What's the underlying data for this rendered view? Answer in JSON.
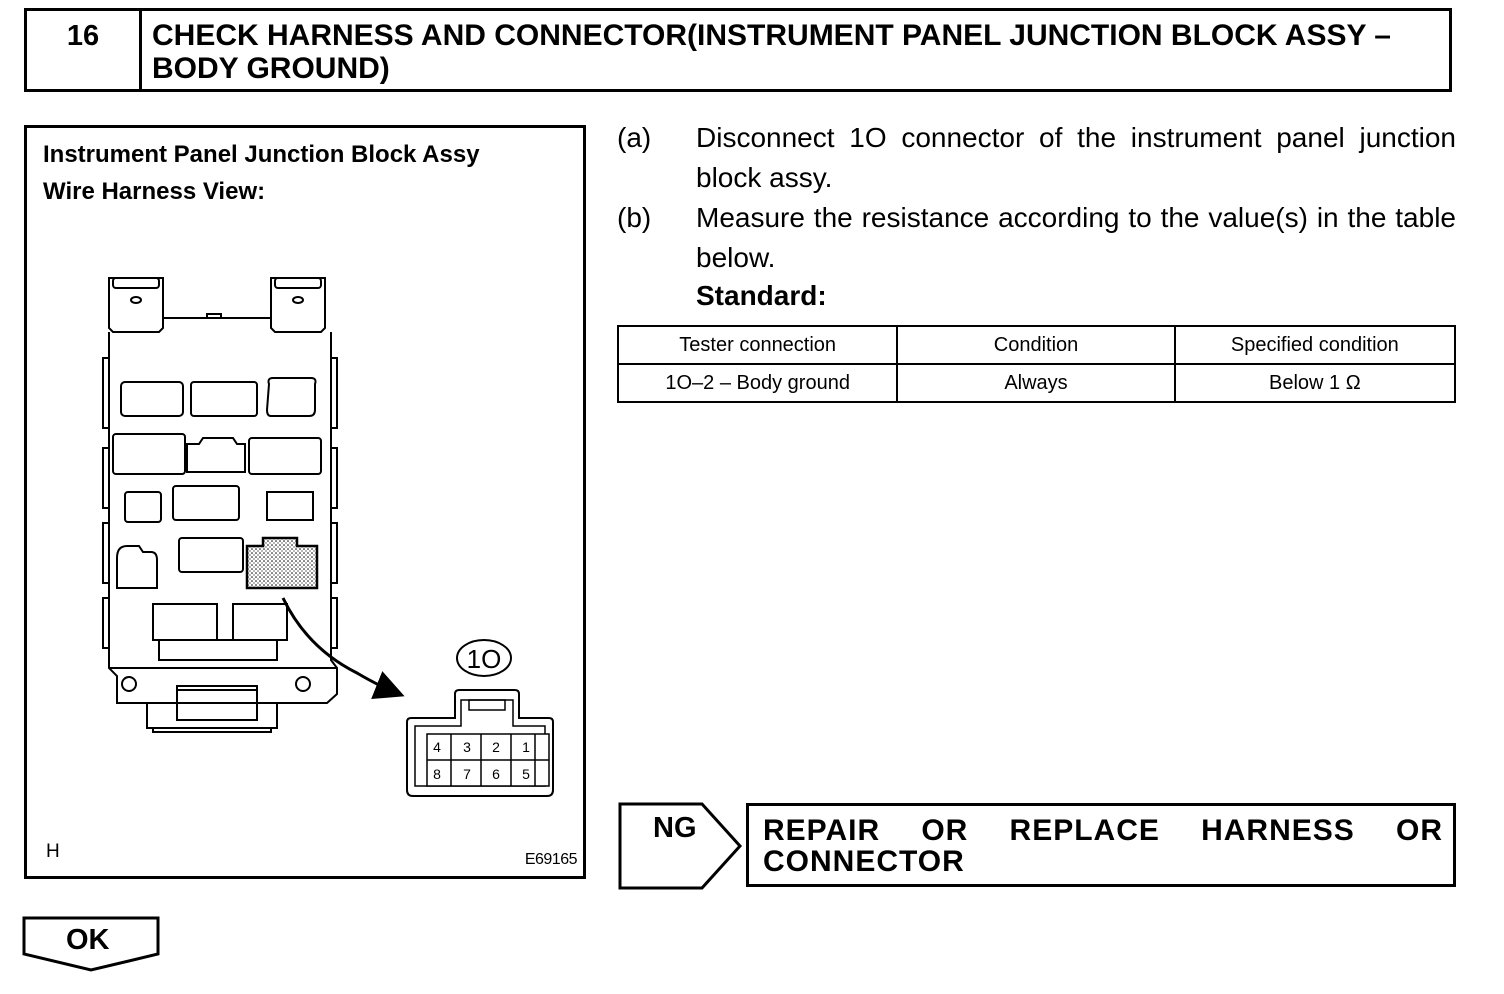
{
  "step": {
    "number": "16",
    "title": "CHECK HARNESS AND CONNECTOR(INSTRUMENT PANEL JUNCTION BLOCK ASSY – BODY GROUND)"
  },
  "figure": {
    "title_line1": "Instrument Panel Junction Block Assy",
    "title_line2": "Wire Harness View:",
    "connector_label": "1O",
    "pins_top": [
      "4",
      "3",
      "2",
      "1"
    ],
    "pins_bottom": [
      "8",
      "7",
      "6",
      "5"
    ],
    "corner_code": "H",
    "figure_code": "E69165"
  },
  "instructions": [
    {
      "label": "(a)",
      "text": "Disconnect 1O connector of the instrument panel junction block assy."
    },
    {
      "label": "(b)",
      "text": "Measure the resistance according to the value(s) in the table below."
    }
  ],
  "standard_label": "Standard:",
  "table": {
    "headers": [
      "Tester connection",
      "Condition",
      "Specified condition"
    ],
    "rows": [
      [
        "1O–2 – Body ground",
        "Always",
        "Below 1 Ω"
      ]
    ]
  },
  "ng": {
    "label": "NG",
    "action": "REPAIR OR REPLACE HARNESS OR CONNECTOR"
  },
  "ok": {
    "label": "OK"
  }
}
